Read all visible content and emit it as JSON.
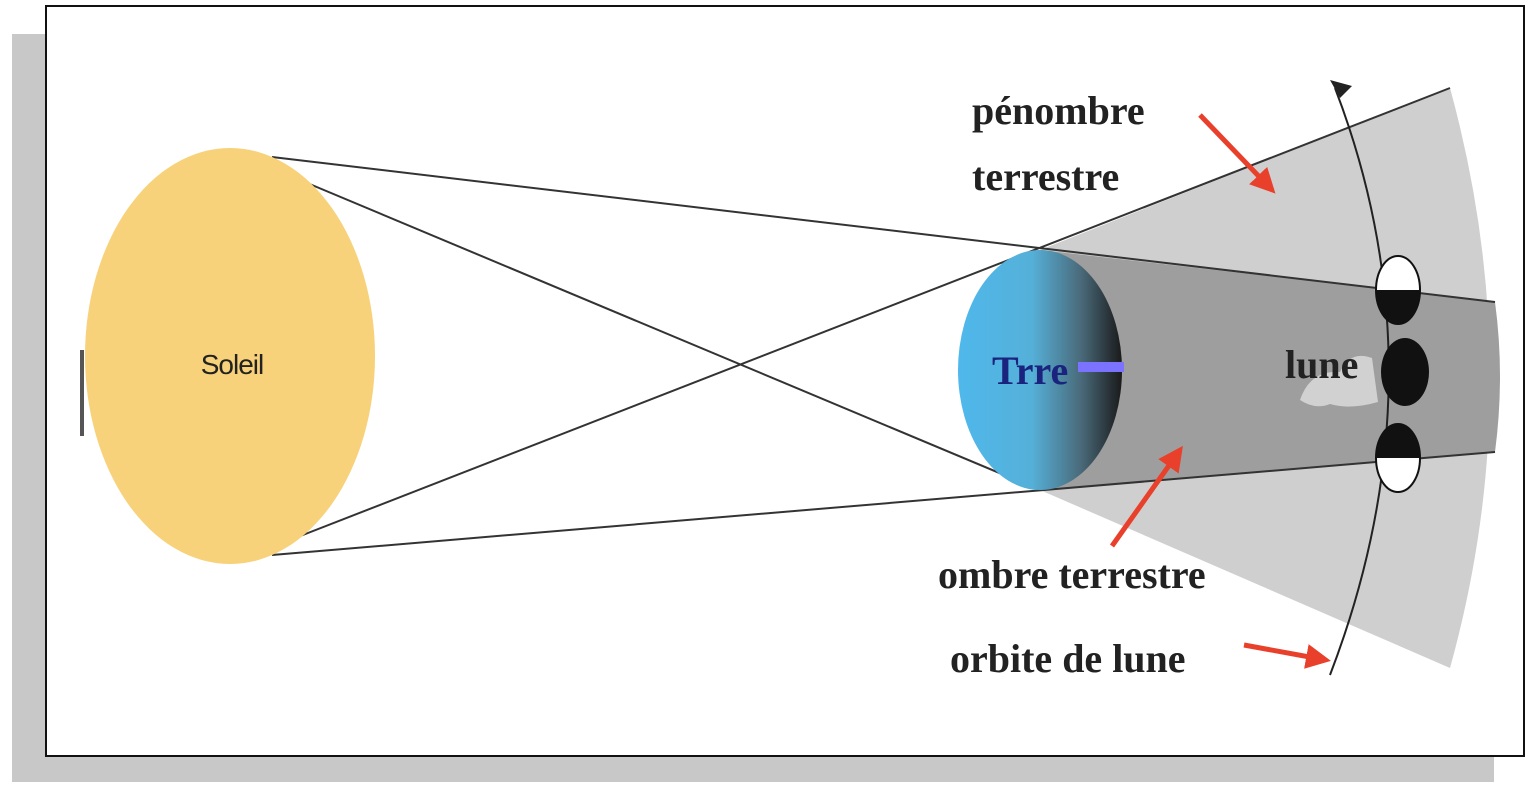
{
  "labels": {
    "sun": "Soleil",
    "earth": "Trre",
    "moon": "lune",
    "penumbra_line1": "pénombre",
    "penumbra_line2": "terrestre",
    "umbra": "ombre terrestre",
    "orbit": "orbite de lune"
  },
  "colors": {
    "sun": "#f8d27a",
    "earth_light": "#4fb8ec",
    "earth_dark": "#1a1a1a",
    "penumbra": "#cfcfcf",
    "umbra": "#9e9e9e",
    "moon_dark": "#111111",
    "arrow": "#e8402a",
    "earth_pointer": "#7b73ff",
    "frame_shadow": "#c8c8c8"
  }
}
